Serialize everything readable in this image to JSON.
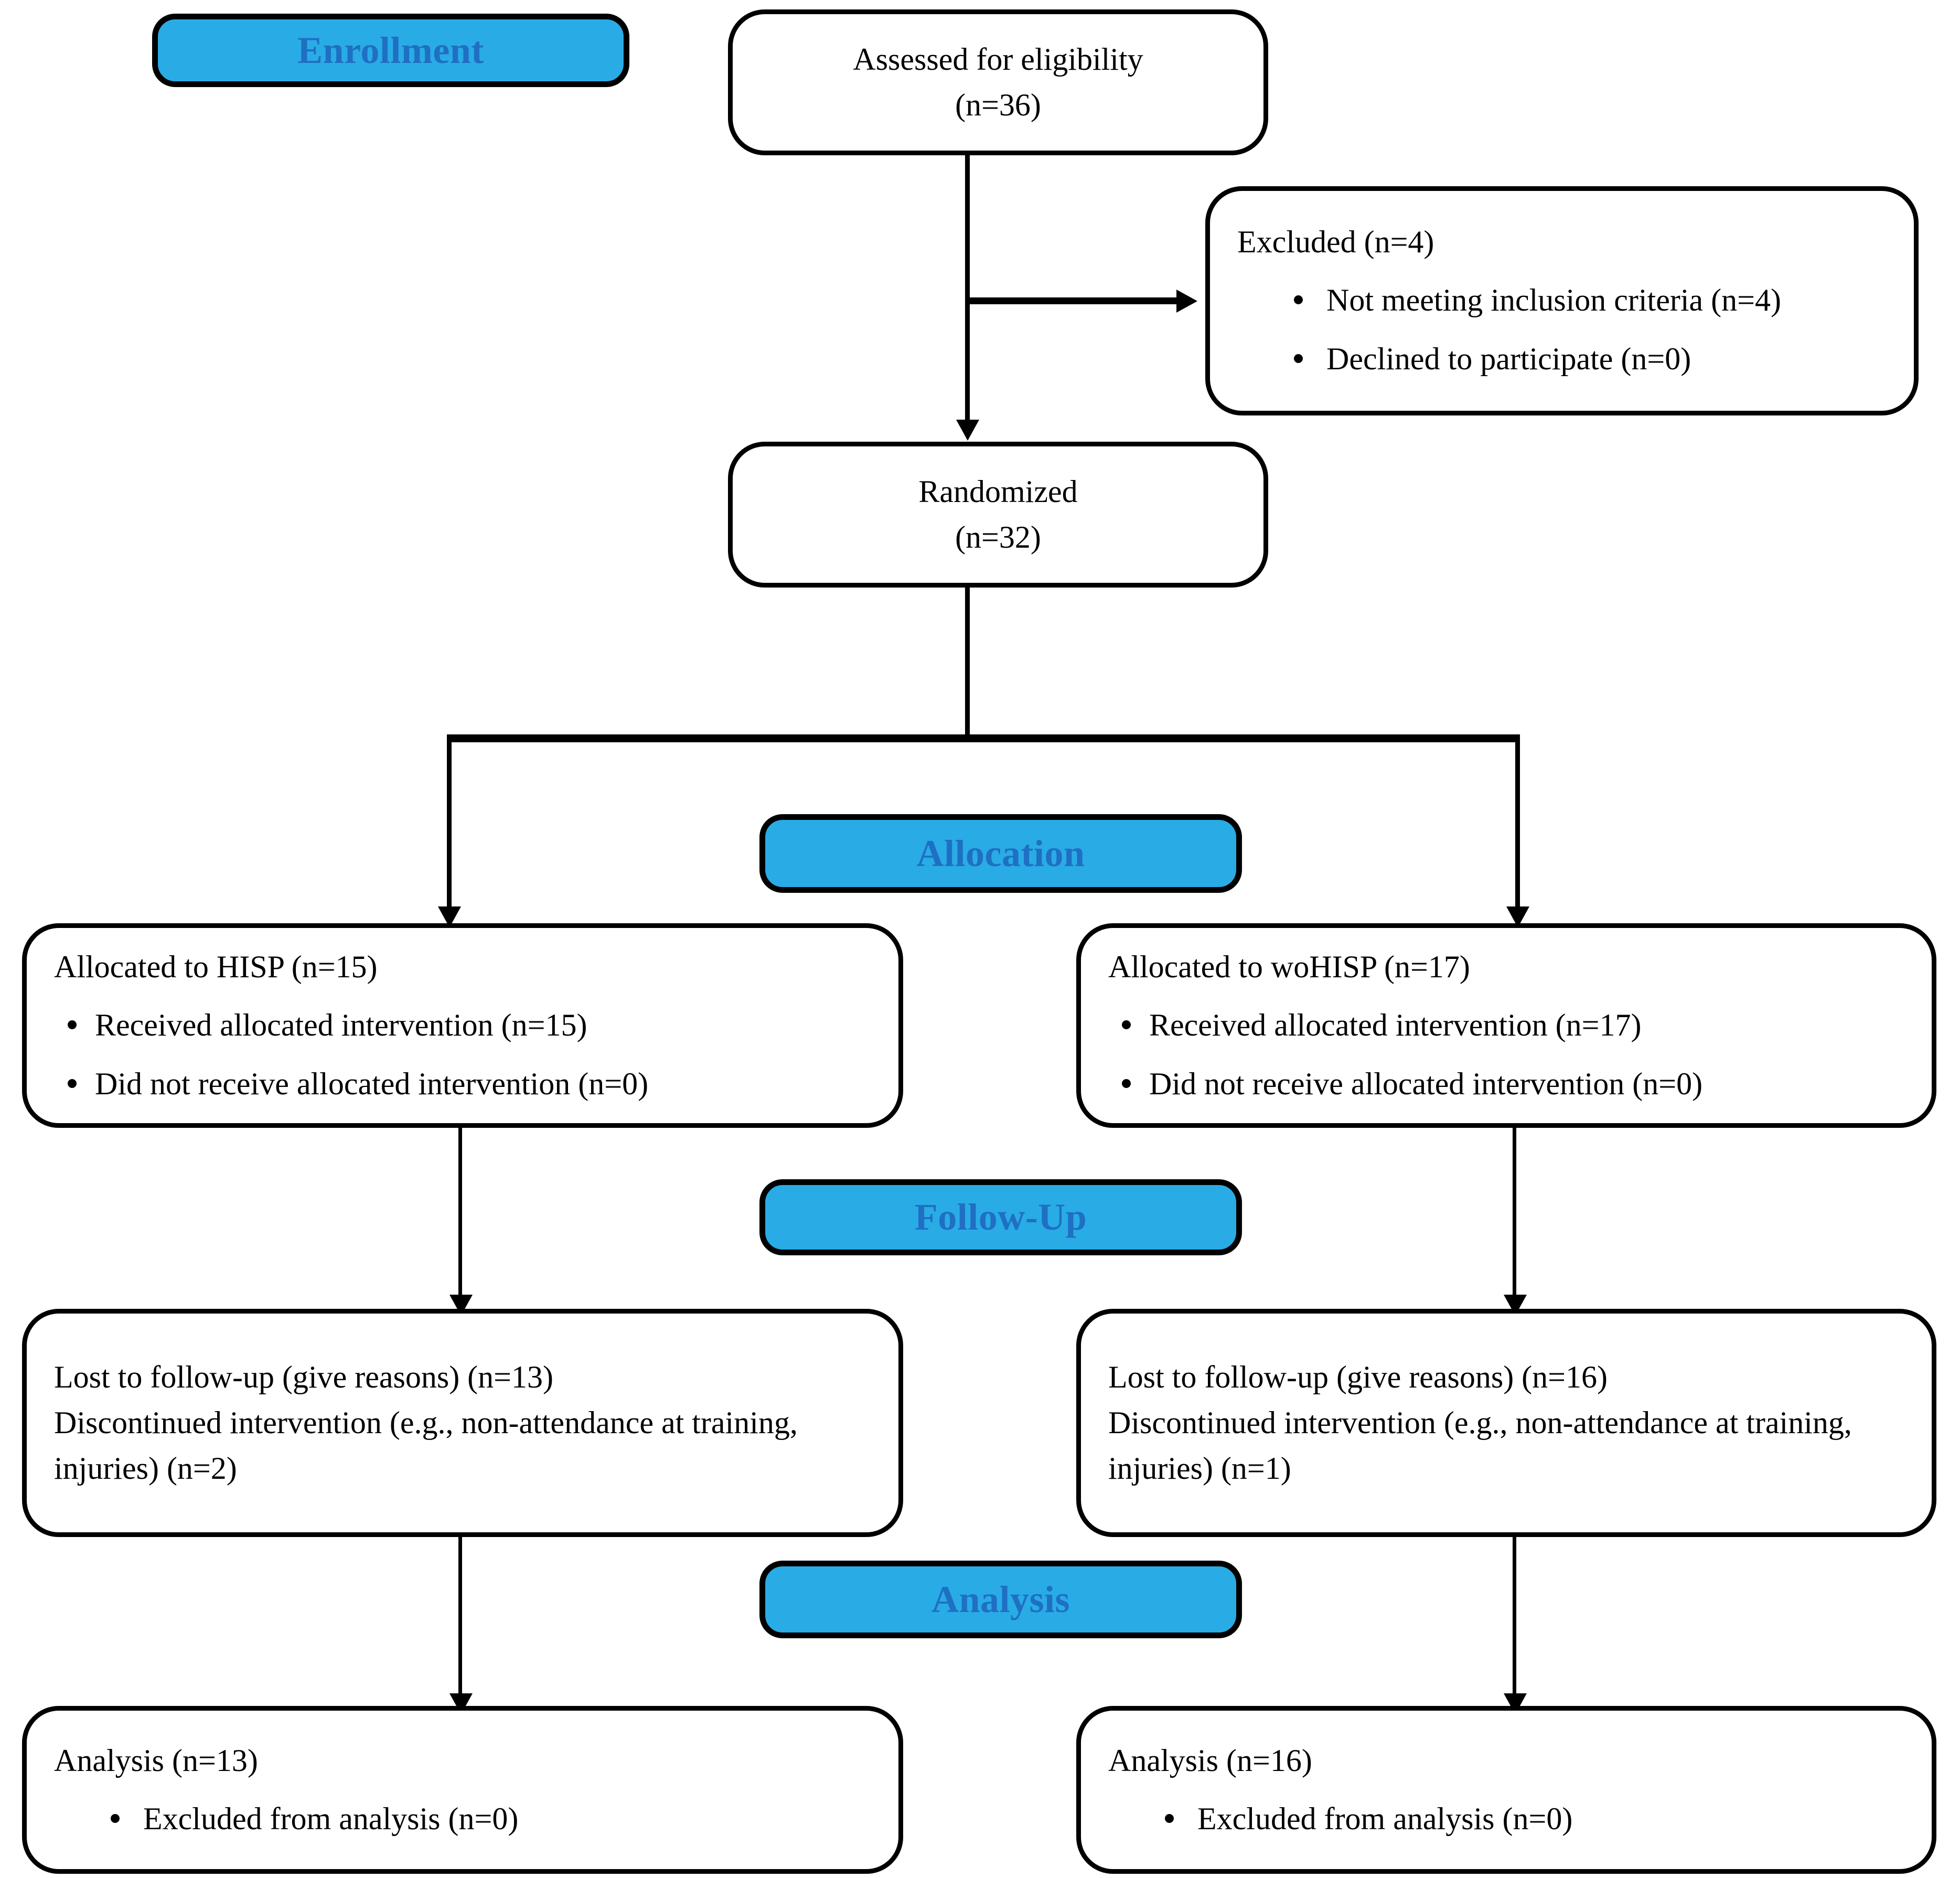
{
  "diagram": {
    "type": "CONSORT participant flow diagram",
    "accent_color": "#29ABE6",
    "banner_text_color": "#1F6FC2",
    "line_color": "#000000",
    "background_color": "#FFFFFF"
  },
  "stages": {
    "enrollment": "Enrollment",
    "allocation": "Allocation",
    "follow_up": "Follow-Up",
    "analysis": "Analysis"
  },
  "nodes": {
    "assessed": {
      "line1": "Assessed for eligibility",
      "line2": "(n=36)",
      "text": "Assessed for eligibility\n(n=36)",
      "n": 36
    },
    "excluded": {
      "heading": "Excluded (n=4)",
      "n": 4,
      "bullets": [
        "Not meeting inclusion criteria (n=4)",
        "Declined to participate (n=0)"
      ]
    },
    "randomized": {
      "line1": "Randomized",
      "line2": "(n=32)",
      "text": "Randomized\n(n=32)",
      "n": 32
    },
    "allocated_left": {
      "heading": "Allocated to HISP (n=15)",
      "n": 15,
      "bullets": [
        "Received allocated intervention (n=15)",
        "Did not receive allocated intervention (n=0)"
      ]
    },
    "allocated_right": {
      "heading": "Allocated to woHISP (n=17)",
      "n": 17,
      "bullets": [
        "Received allocated intervention (n=17)",
        "Did not receive allocated intervention (n=0)"
      ]
    },
    "followup_left": {
      "line1": "Lost to follow-up (give reasons) (n=13)",
      "line2": "Discontinued intervention (e.g., non-attendance at training, injuries) (n=2)",
      "text": "Lost to follow-up (give reasons) (n=13)\nDiscontinued intervention (e.g., non-attendance at training, injuries) (n=2)",
      "lost_n": 13,
      "discontinued_n": 2
    },
    "followup_right": {
      "line1": "Lost to follow-up (give reasons) (n=16)",
      "line2": "Discontinued intervention (e.g., non-attendance at training, injuries) (n=1)",
      "text": "Lost to follow-up (give reasons) (n=16)\nDiscontinued intervention (e.g., non-attendance at training, injuries) (n=1)",
      "lost_n": 16,
      "discontinued_n": 1
    },
    "analysis_left": {
      "heading": "Analysis (n=13)",
      "n": 13,
      "bullets": [
        "Excluded from analysis (n=0)"
      ]
    },
    "analysis_right": {
      "heading": "Analysis (n=16)",
      "n": 16,
      "bullets": [
        "Excluded from analysis (n=0)"
      ]
    }
  }
}
